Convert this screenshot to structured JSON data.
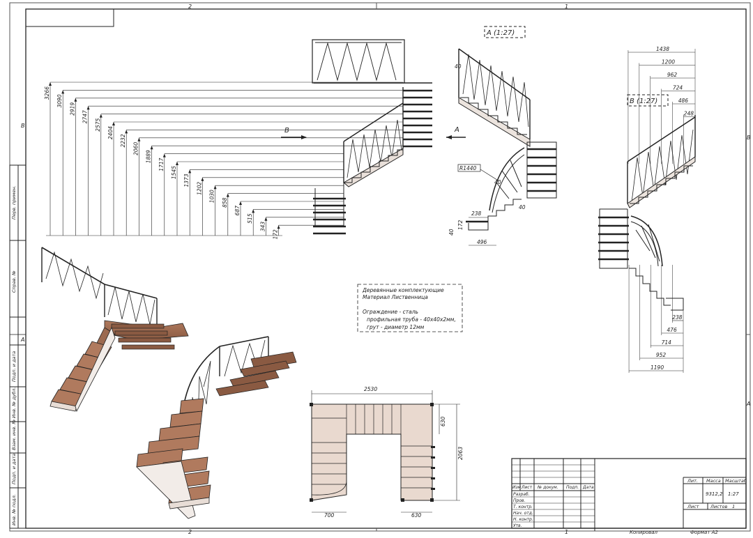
{
  "zone_marks": {
    "top": [
      "2",
      "1"
    ],
    "bottom": [
      "2",
      "1"
    ],
    "left": [
      "B",
      "A"
    ],
    "right": [
      "B",
      "A"
    ]
  },
  "side_stamp": [
    "Перв. примен.",
    "Справ. №",
    "Подп. и дата",
    "Инв. № дубл.",
    "Взам. инв. №",
    "Подп. и дата",
    "Инв. № подл."
  ],
  "front_view": {
    "view_label": "B",
    "heights": [
      "3266",
      "3090",
      "2919",
      "2747",
      "2575",
      "2404",
      "2232",
      "2060",
      "1889",
      "1717",
      "1545",
      "1373",
      "1202",
      "1030",
      "858",
      "687",
      "515",
      "343",
      "172"
    ]
  },
  "view_a": {
    "title": "A (1:27)",
    "dims": {
      "top": "40",
      "radius": "R1440",
      "d1": "40",
      "d2": "40",
      "d3": "238",
      "d4": "172",
      "d5": "40",
      "d6": "496"
    }
  },
  "view_b": {
    "title": "B (1:27)",
    "top_dims": [
      "1438",
      "1200",
      "962",
      "724",
      "486",
      "248"
    ],
    "bottom_dims": [
      "238",
      "476",
      "714",
      "952",
      "1190"
    ]
  },
  "section_arrow_a": "A",
  "notes": {
    "line1": "Деревянные комплектующие",
    "line2": "Материал Лиственница",
    "line3": "Ограждение - сталь",
    "line4": "профильная труба - 40x40x2мм,",
    "line5": "грут - диаметр 12мм"
  },
  "plan_view": {
    "width": "2530",
    "depth": "2063",
    "top_right": "630",
    "bottom_left": "700",
    "bottom_right": "630"
  },
  "title_block": {
    "headers": [
      "Изм.",
      "Лист",
      "№ докум.",
      "Подп.",
      "Дата"
    ],
    "rows": [
      "Разраб.",
      "Пров.",
      "Т. контр.",
      "Нач. отд.",
      "Н. контр.",
      "Утв."
    ],
    "lit_label": "Лит.",
    "mass_label": "Масса",
    "scale_label": "Масштаб",
    "mass_value": "9312,2",
    "scale_value": "1:27",
    "sheet_label": "Лист",
    "sheets_label": "Листов",
    "sheets_value": "1",
    "copied": "Копировал",
    "format": "Формат A2"
  }
}
